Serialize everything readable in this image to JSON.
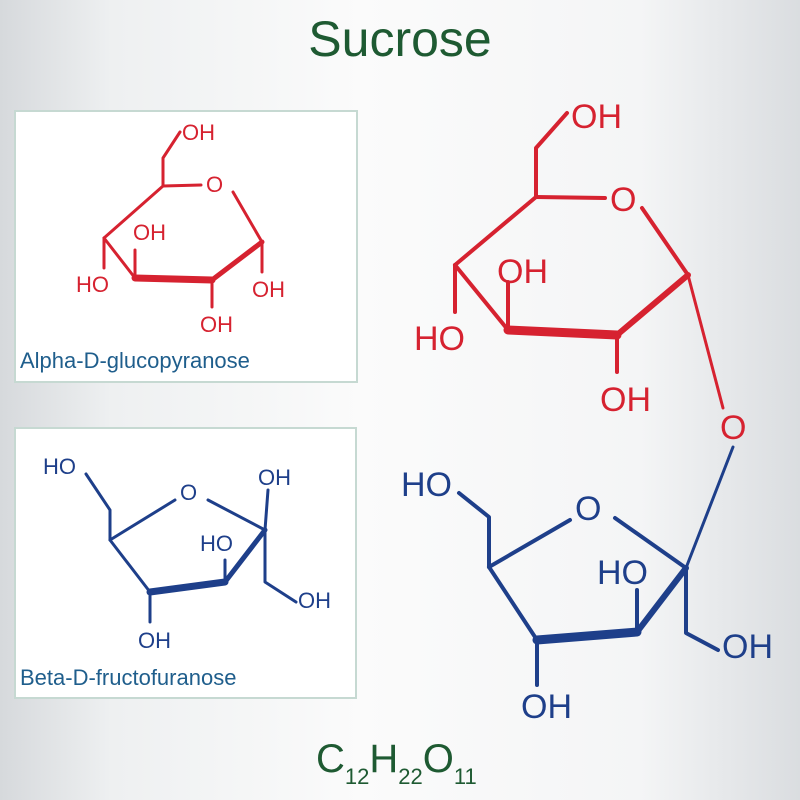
{
  "title": "Sucrose",
  "glucose_panel": {
    "caption": "Alpha-D-glucopyranose"
  },
  "fructose_panel": {
    "caption": "Beta-D-fructofuranose"
  },
  "labels": {
    "hydroxyl": "OH",
    "hydroxyl_left": "HO",
    "ring_oxygen": "O",
    "bridge_oxygen": "O"
  },
  "formula": {
    "c": "C",
    "c_sub": "12",
    "h": "H",
    "h_sub": "22",
    "o": "O",
    "o_sub": "11"
  },
  "colors": {
    "title": "#1e5a32",
    "glucose": "#d62230",
    "fructose": "#1e3f8a",
    "caption": "#1f5e8c"
  }
}
